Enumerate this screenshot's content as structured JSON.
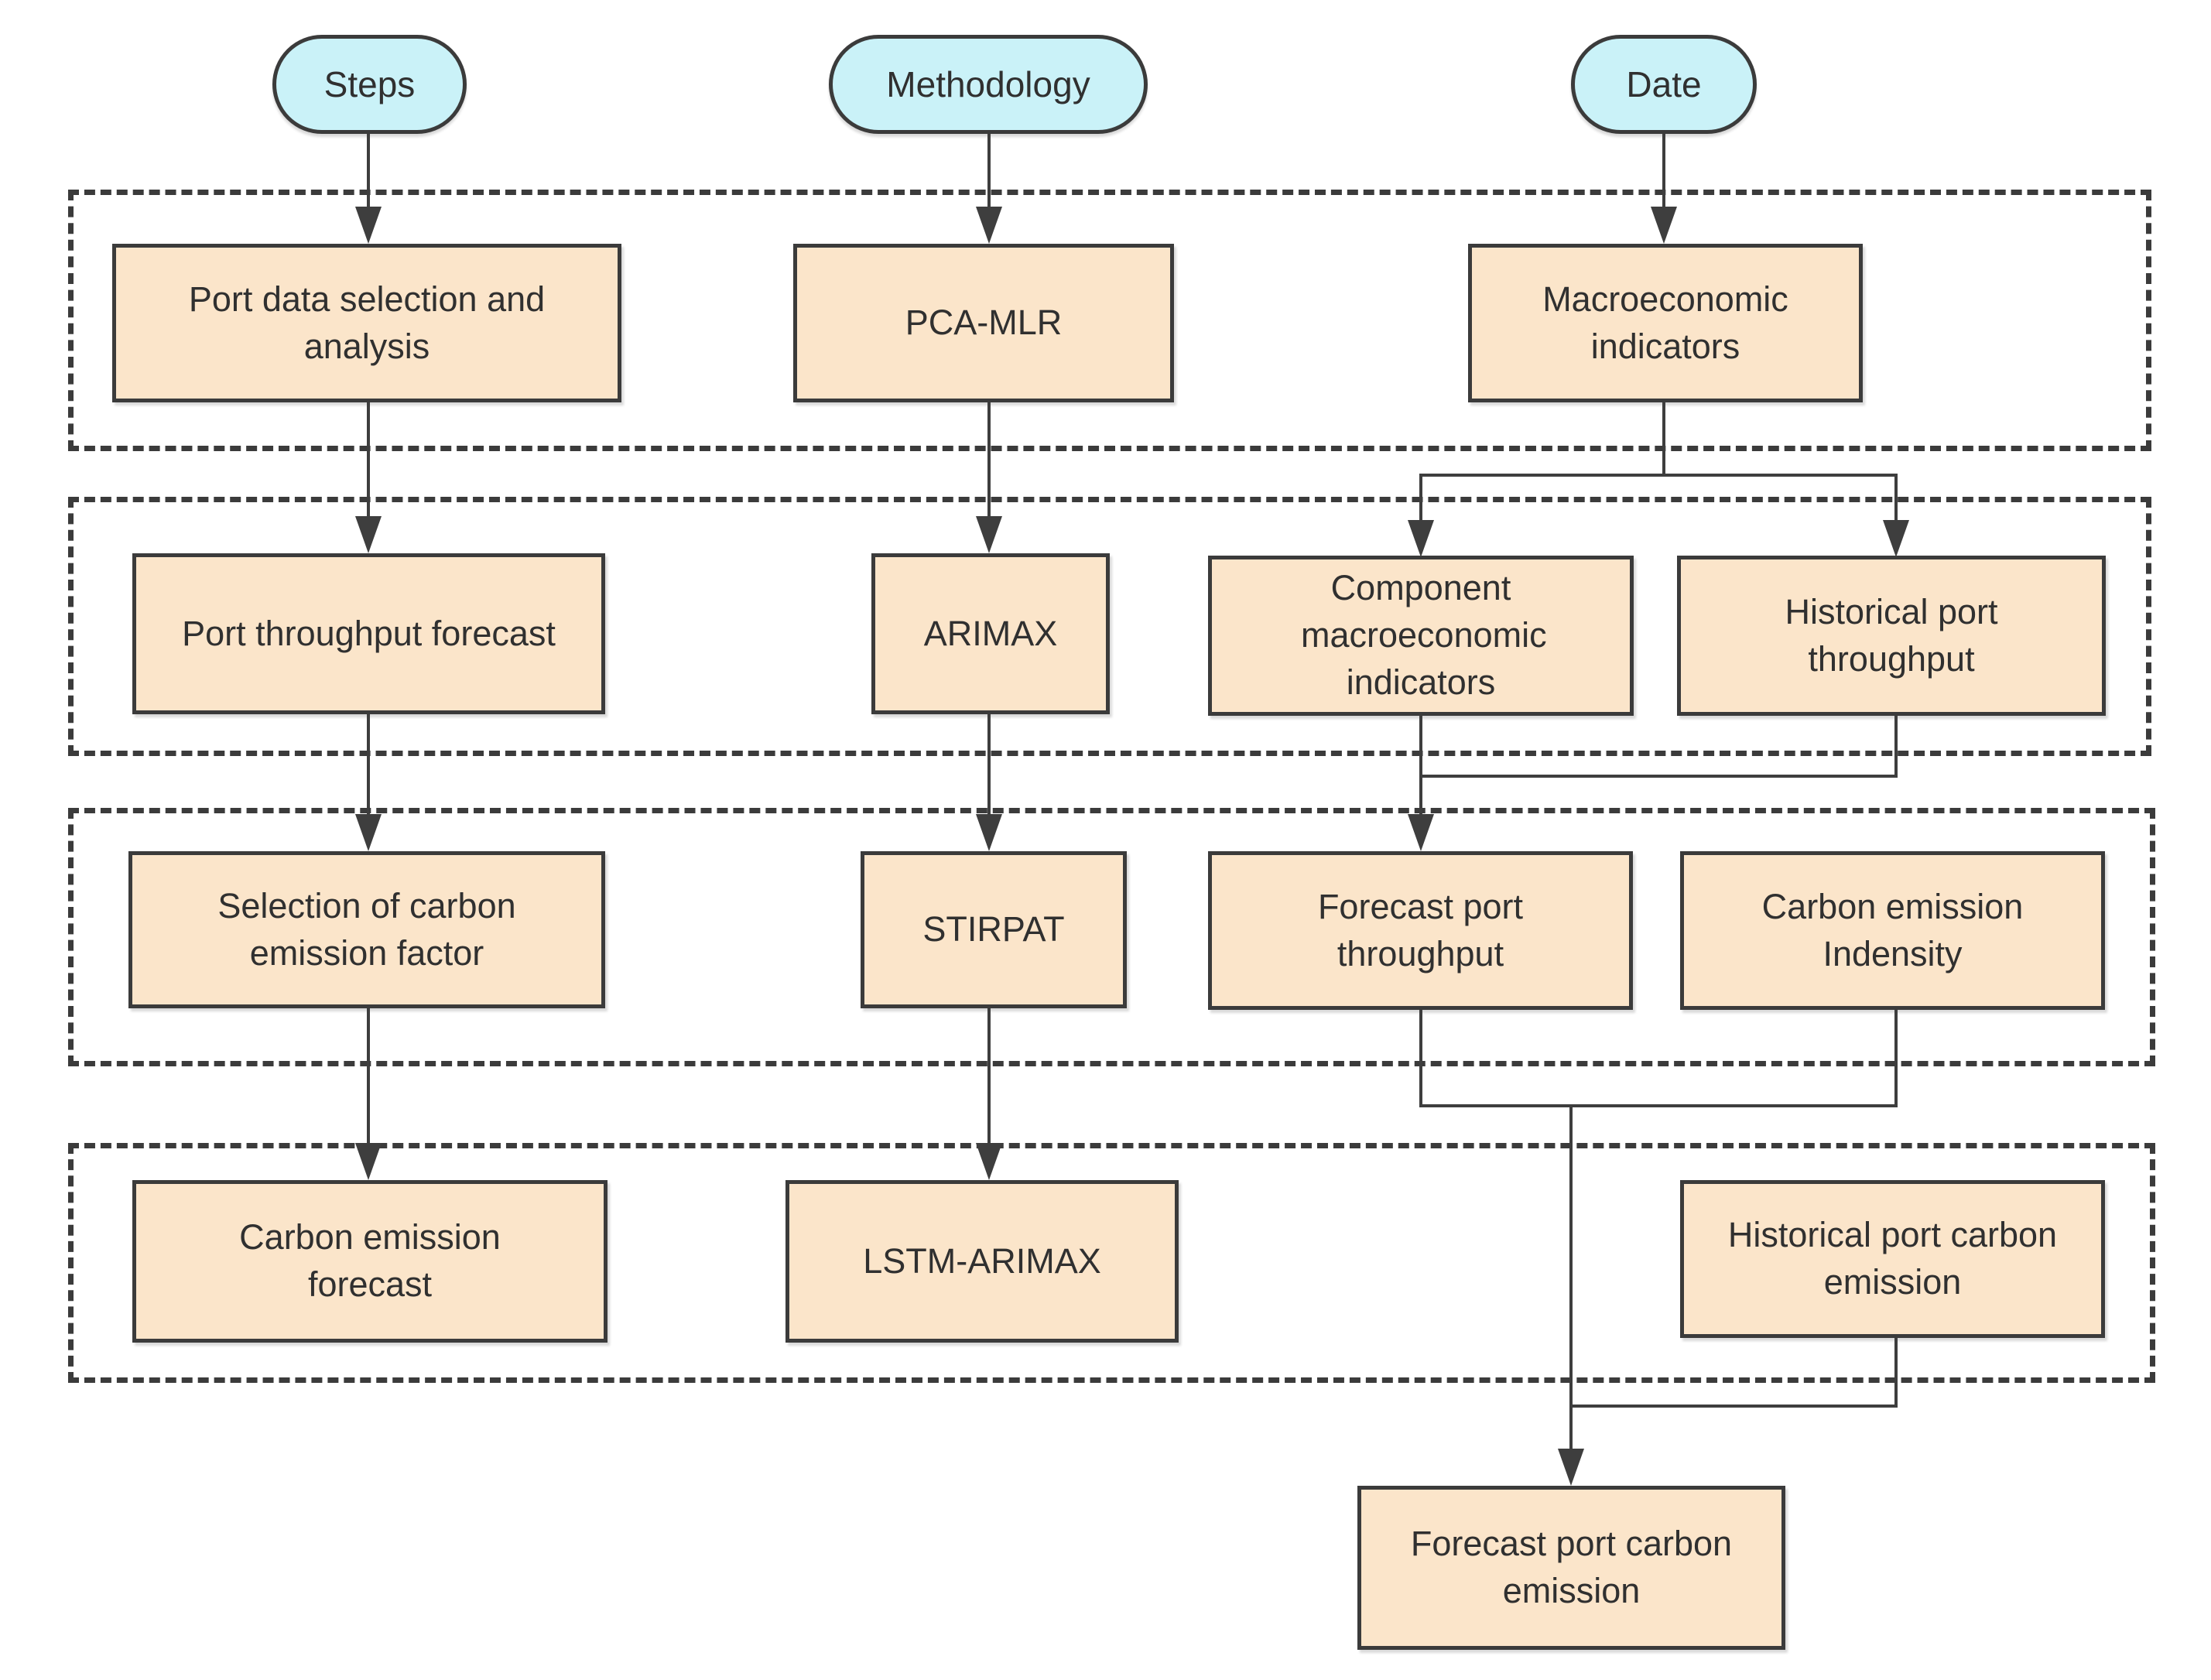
{
  "colors": {
    "background": "#ffffff",
    "pill_fill": "#caf2f8",
    "node_fill": "#fbe5ca",
    "border": "#3b3b3b",
    "line": "#3e3e3e",
    "text": "#303030"
  },
  "lanes": [
    {
      "id": "steps",
      "label": "Steps"
    },
    {
      "id": "methodology",
      "label": "Methodology"
    },
    {
      "id": "date",
      "label": "Date"
    }
  ],
  "nodes": {
    "port_data_selection": {
      "label": "Port data selection and analysis"
    },
    "pca_mlr": {
      "label": "PCA-MLR"
    },
    "macro_indicators": {
      "label": "Macroeconomic indicators"
    },
    "port_throughput_forecast": {
      "label": "Port throughput forecast"
    },
    "arimax": {
      "label": "ARIMAX"
    },
    "component_macro": {
      "label": "Component macroeconomic indicators"
    },
    "historical_port_throughput": {
      "label": "Historical port throughput"
    },
    "selection_carbon_factor": {
      "label": "Selection of carbon emission factor"
    },
    "stirpat": {
      "label": "STIRPAT"
    },
    "forecast_port_throughput": {
      "label": "Forecast port throughput"
    },
    "carbon_emission_indensity": {
      "label": "Carbon emission Indensity"
    },
    "carbon_emission_forecast": {
      "label": "Carbon emission forecast"
    },
    "lstm_arimax": {
      "label": "LSTM-ARIMAX"
    },
    "historical_port_carbon": {
      "label": "Historical port carbon emission"
    },
    "forecast_port_carbon": {
      "label": "Forecast port carbon emission"
    }
  },
  "edges": [
    {
      "from": "Steps",
      "to": "Port data selection and analysis"
    },
    {
      "from": "Port data selection and analysis",
      "to": "Port throughput forecast"
    },
    {
      "from": "Port throughput forecast",
      "to": "Selection of carbon emission factor"
    },
    {
      "from": "Selection of carbon emission factor",
      "to": "Carbon emission forecast"
    },
    {
      "from": "Methodology",
      "to": "PCA-MLR"
    },
    {
      "from": "PCA-MLR",
      "to": "ARIMAX"
    },
    {
      "from": "ARIMAX",
      "to": "STIRPAT"
    },
    {
      "from": "STIRPAT",
      "to": "LSTM-ARIMAX"
    },
    {
      "from": "Date",
      "to": "Macroeconomic indicators"
    },
    {
      "from": "Macroeconomic indicators",
      "to": "Component macroeconomic indicators"
    },
    {
      "from": "Macroeconomic indicators",
      "to": "Historical port throughput"
    },
    {
      "from": "Component macroeconomic indicators",
      "to": "Forecast port throughput"
    },
    {
      "from": "Historical port throughput",
      "to": "Forecast port throughput"
    },
    {
      "from": "Forecast port throughput",
      "to": "Forecast port carbon emission"
    },
    {
      "from": "Carbon emission Indensity",
      "to": "Forecast port carbon emission"
    },
    {
      "from": "Historical port carbon emission",
      "to": "Forecast port carbon emission"
    }
  ]
}
